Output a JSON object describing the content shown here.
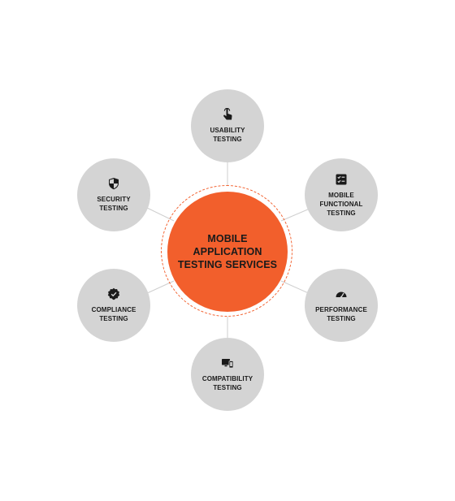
{
  "center": {
    "title_line1": "MOBILE APPLICATION",
    "title_line2": "TESTING SERVICES"
  },
  "nodes": [
    {
      "id": "usability",
      "line1": "USABILITY",
      "line2": "TESTING",
      "icon": "pointer-hand-icon"
    },
    {
      "id": "mobile-functional",
      "line1": "MOBILE FUNCTIONAL",
      "line2": "TESTING",
      "icon": "checklist-icon"
    },
    {
      "id": "performance",
      "line1": "PERFORMANCE",
      "line2": "TESTING",
      "icon": "speedometer-icon"
    },
    {
      "id": "compatibility",
      "line1": "COMPATIBILITY",
      "line2": "TESTING",
      "icon": "devices-icon"
    },
    {
      "id": "compliance",
      "line1": "COMPLIANCE",
      "line2": "TESTING",
      "icon": "verified-badge-icon"
    },
    {
      "id": "security",
      "line1": "SECURITY",
      "line2": "TESTING",
      "icon": "shield-icon"
    }
  ],
  "colors": {
    "accent": "#f25f2c",
    "node_fill": "#d4d4d4",
    "connector": "#cfcfcf",
    "text": "#1a1a1a"
  }
}
